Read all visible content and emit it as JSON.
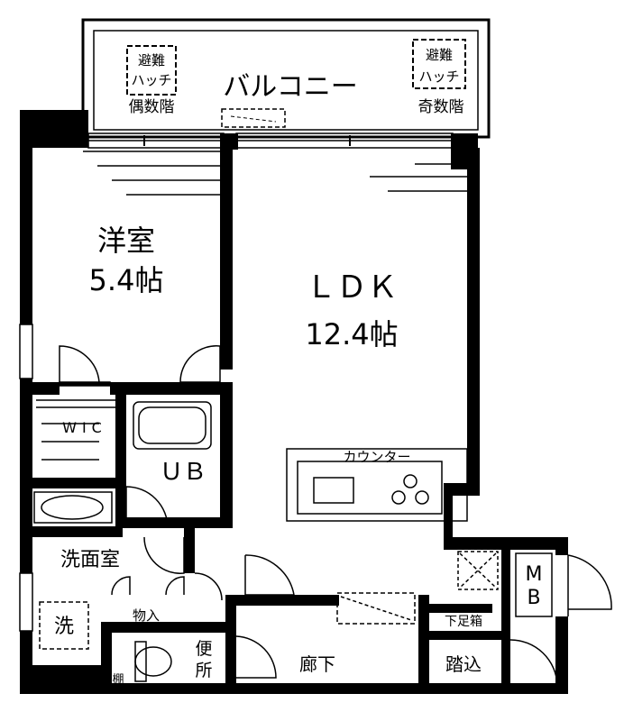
{
  "rooms": {
    "balcony": "バルコニー",
    "western_room": "洋室",
    "western_room_size": "5.4帖",
    "ldk": "ＬＤＫ",
    "ldk_size": "12.4帖",
    "walk_in_closet": "WIC",
    "unit_bath": "ＵＢ",
    "washroom": "洗面室",
    "storage": "物入",
    "toilet_line1": "便",
    "toilet_line2": "所",
    "shelf": "棚",
    "hallway": "廊下",
    "entrance": "踏込",
    "shoe_box": "下足箱",
    "meter_box_line1": "M",
    "meter_box_line2": "B",
    "counter": "カウンター",
    "washer": "洗"
  },
  "hatches": {
    "left": [
      "避難",
      "ハッチ",
      "偶数階"
    ],
    "right": [
      "避難",
      "ハッチ",
      "奇数階"
    ]
  },
  "colors": {
    "wall": "#000000",
    "background": "#ffffff"
  }
}
